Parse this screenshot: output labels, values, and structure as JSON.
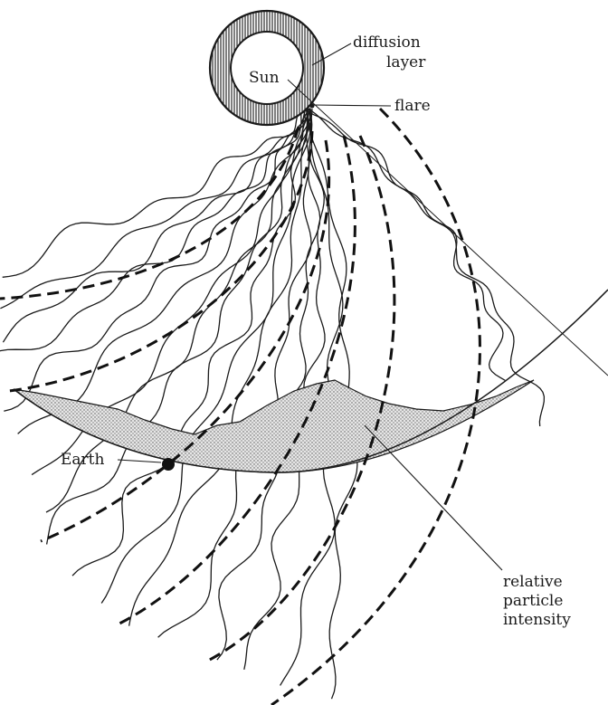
{
  "labels": {
    "sun": "Sun",
    "diffusion_line1": "diffusion",
    "diffusion_line2": "layer",
    "flare": "flare",
    "earth": "Earth",
    "intensity_line1": "relative",
    "intensity_line2": "particle",
    "intensity_line3": "intensity"
  },
  "colors": {
    "ink": "#1a1a1a",
    "stipple": "#c8c8c8",
    "background": "#ffffff"
  }
}
